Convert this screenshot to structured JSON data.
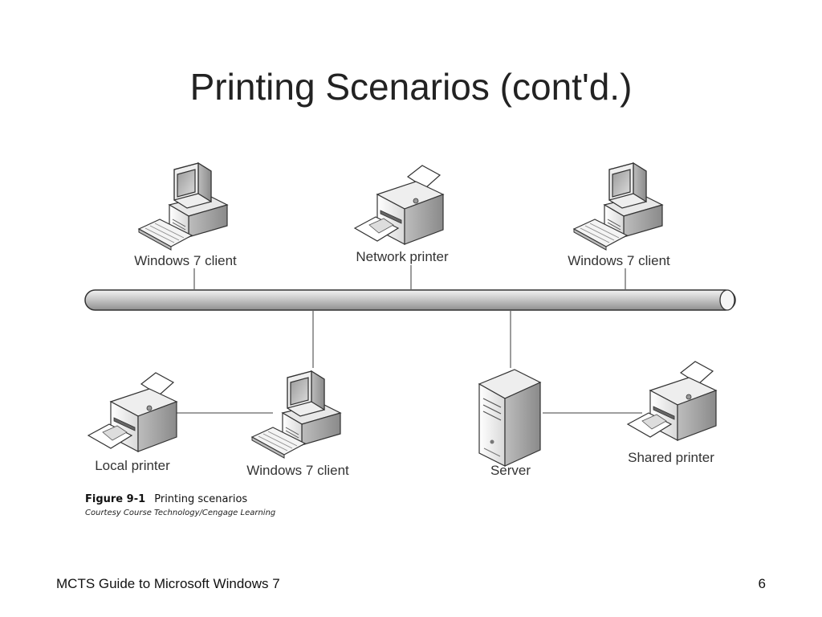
{
  "slide": {
    "title": "Printing Scenarios (cont'd.)"
  },
  "diagram": {
    "nodes": {
      "client_top_left": {
        "label": "Windows 7 client",
        "icon": "computer-icon"
      },
      "network_printer": {
        "label": "Network printer",
        "icon": "printer-icon"
      },
      "client_top_right": {
        "label": "Windows 7 client",
        "icon": "computer-icon"
      },
      "local_printer": {
        "label": "Local printer",
        "icon": "printer-icon"
      },
      "client_bottom": {
        "label": "Windows 7 client",
        "icon": "computer-icon"
      },
      "server": {
        "label": "Server",
        "icon": "server-icon"
      },
      "shared_printer": {
        "label": "Shared printer",
        "icon": "printer-icon"
      }
    },
    "bus": {
      "icon": "network-bus"
    }
  },
  "caption": {
    "figure_number": "Figure 9-1",
    "figure_title": "Printing scenarios",
    "credit": "Courtesy Course Technology/Cengage Learning"
  },
  "footer": {
    "course": "MCTS Guide to Microsoft Windows 7",
    "page_number": "6"
  }
}
